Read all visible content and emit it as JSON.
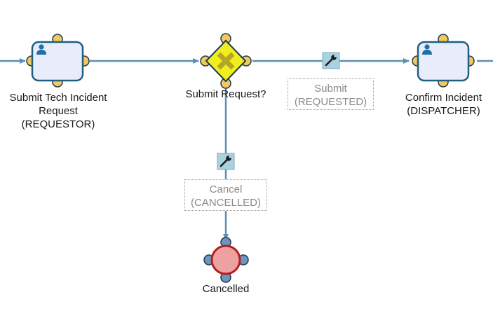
{
  "nodes": [
    {
      "id": "task-submit-tech-incident",
      "type": "user-task",
      "label": "Submit Tech Incident\nRequest\n(REQUESTOR)"
    },
    {
      "id": "gateway-submit-request",
      "type": "exclusive-gateway",
      "label": "Submit Request?"
    },
    {
      "id": "task-confirm-incident",
      "type": "user-task",
      "label": "Confirm Incident\n(DISPATCHER)"
    },
    {
      "id": "end-cancelled",
      "type": "end-event",
      "label": "Cancelled"
    }
  ],
  "flows": [
    {
      "id": "flow-submit",
      "label": "Submit\n(REQUESTED)",
      "icon": "wrench-icon"
    },
    {
      "id": "flow-cancel",
      "label": "Cancel\n(CANCELLED)",
      "icon": "wrench-icon"
    }
  ],
  "colors": {
    "line": "#5b8fb6",
    "task_fill": "#e8ecfb",
    "task_stroke": "#1f5f82",
    "handle_fill": "#f3c85c",
    "handle_stroke": "#1f3b52",
    "gateway_fill": "#f1ee1e",
    "gateway_x": "#b3a726",
    "end_fill": "#eda1a1",
    "end_stroke": "#b21f1f",
    "end_handle": "#6f95bf",
    "flow_icon_bg": "#a8d2e0"
  }
}
